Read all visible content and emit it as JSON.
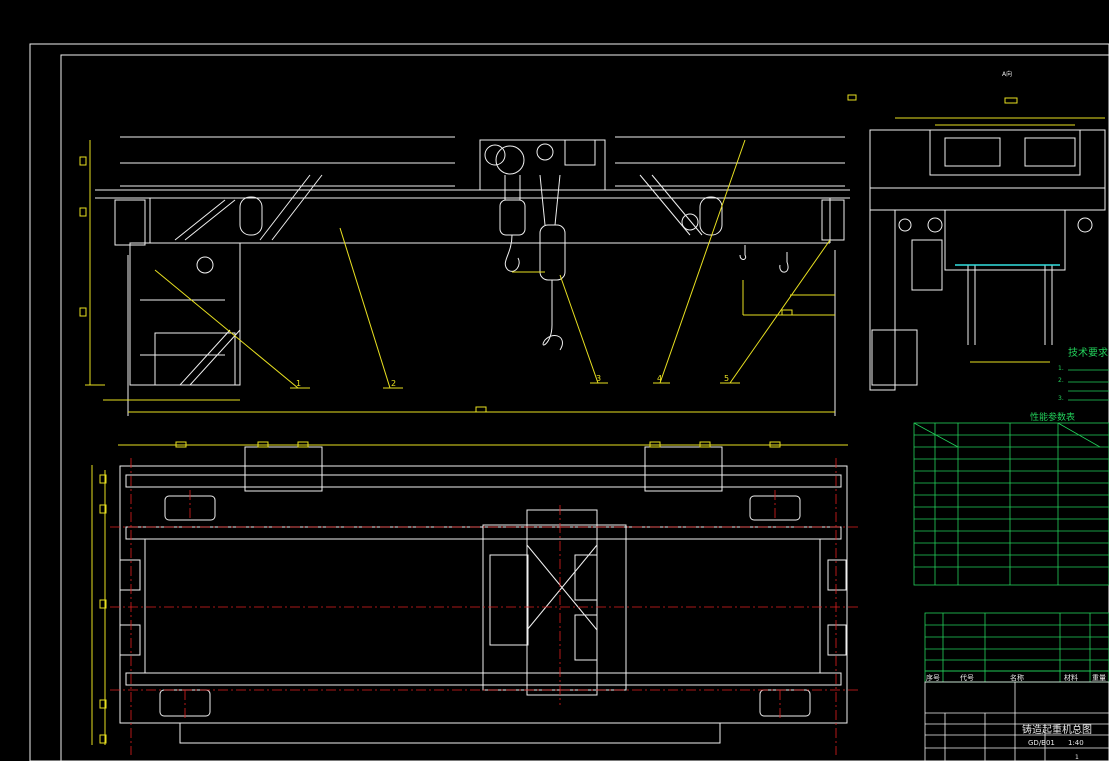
{
  "colors": {
    "background": "#000000",
    "linework": "#f0f0f0",
    "dimensions": "#e8e020",
    "centerlines": "#e02020",
    "tables": "#22d05a",
    "highlight": "#33e0e0"
  },
  "elevation_view": {
    "balloons": [
      "1",
      "2",
      "3",
      "4",
      "5"
    ]
  },
  "side_view": {
    "title": "A向"
  },
  "technical_requirements": {
    "heading": "技术要求",
    "lines": [
      "1.",
      "2.",
      "3."
    ]
  },
  "performance_table": {
    "heading": "性能参数表"
  },
  "bom_header": {
    "seq_label": "序号",
    "code_label": "代号",
    "name_label": "名称",
    "material_label": "材料",
    "weight_label": "重量"
  },
  "title_block": {
    "drawing_title": "铸造起重机总图",
    "drawing_number": "GD/B01",
    "scale": "1:40",
    "sheet": "1"
  }
}
